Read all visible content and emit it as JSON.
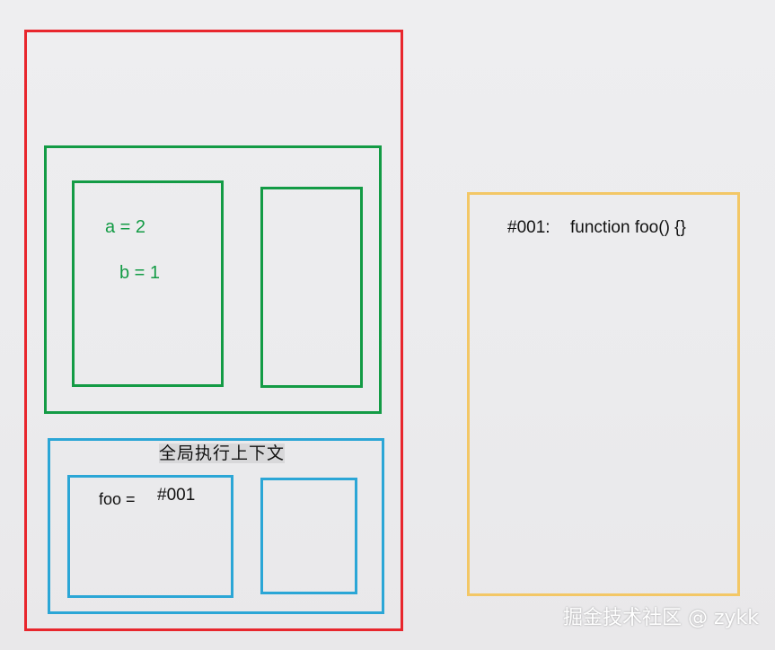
{
  "function_context": {
    "variables": [
      "a = 2",
      "b = 1"
    ]
  },
  "global_context": {
    "title": "全局执行上下文",
    "var_name": "foo =",
    "var_ref": "#001"
  },
  "heap": {
    "address": "#001:",
    "value": "function foo() {}"
  },
  "watermark": "掘金技术社区 @ zykk",
  "colors": {
    "call_stack": "#e8262d",
    "function_context": "#139b45",
    "global_context": "#2ba6d6",
    "heap": "#f3c766"
  }
}
